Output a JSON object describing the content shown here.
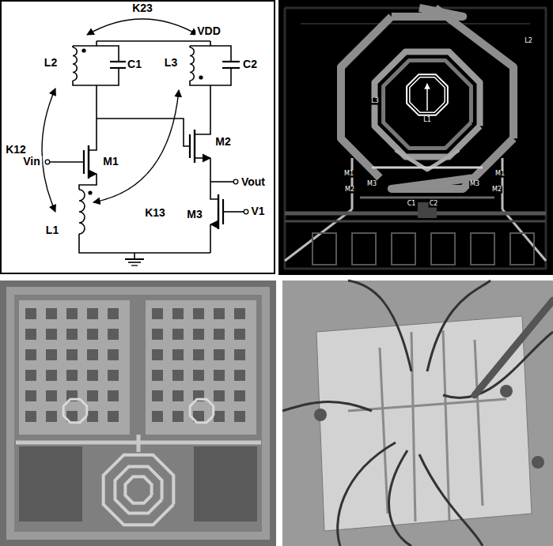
{
  "diagram": {
    "labels": [
      "K23",
      "VDD",
      "L2",
      "C1",
      "L3",
      "C2",
      "K12",
      "Vin",
      "M1",
      "M2",
      "Vout",
      "K13",
      "M3",
      "V1",
      "L1",
      "L2",
      "L3",
      "L1",
      "M1",
      "M2",
      "M3",
      "C1",
      "C2",
      "M3",
      "M2",
      "M1"
    ]
  }
}
